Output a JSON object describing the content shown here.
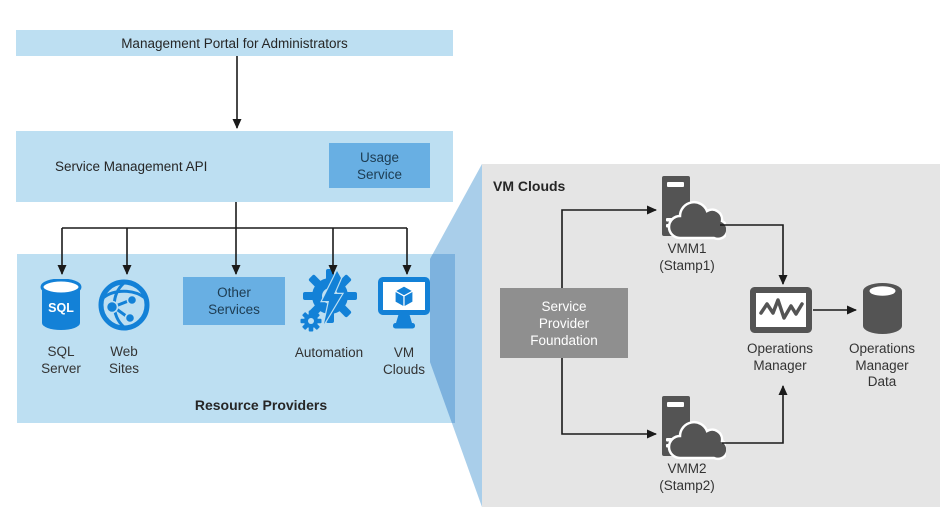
{
  "palette": {
    "light_blue": "#BDDFF2",
    "mid_blue": "#68AFE3",
    "icon_blue": "#1381D7",
    "panel_gray": "#E5E5E5",
    "foundation_gray": "#8F8F8F",
    "dark_icon_gray": "#545454",
    "connector_black": "#1A1A1A",
    "wedge_blue": "#A9CEEA",
    "wedge_overlap_blue": "#7DB2DE"
  },
  "left_diagram": {
    "portal_bar": {
      "label": "Management Portal for Administrators"
    },
    "api_bar": {
      "label": "Service Management API"
    },
    "usage_service": {
      "lines": [
        "Usage",
        "Service"
      ]
    },
    "resource_providers": {
      "title": "Resource Providers",
      "sql_server": {
        "icon": "sql-database-icon",
        "badge": "SQL",
        "label_lines": [
          "SQL",
          "Server"
        ]
      },
      "web_sites": {
        "icon": "globe-network-icon",
        "label_lines": [
          "Web",
          "Sites"
        ]
      },
      "other_services": {
        "lines": [
          "Other",
          "Services"
        ]
      },
      "automation": {
        "icon": "gears-lightning-icon",
        "label": "Automation"
      },
      "vm_clouds": {
        "icon": "monitor-cube-icon",
        "label_lines": [
          "VM",
          "Clouds"
        ]
      }
    }
  },
  "vm_clouds_panel": {
    "title": "VM Clouds",
    "service_provider_foundation": {
      "lines": [
        "Service",
        "Provider",
        "Foundation"
      ]
    },
    "vmm1": {
      "icon": "server-cloud-icon",
      "lines": [
        "VMM1",
        "(Stamp1)"
      ]
    },
    "vmm2": {
      "icon": "server-cloud-icon",
      "lines": [
        "VMM2",
        "(Stamp2)"
      ]
    },
    "operations_manager": {
      "icon": "monitor-graph-icon",
      "lines": [
        "Operations",
        "Manager"
      ]
    },
    "operations_manager_data": {
      "icon": "database-icon",
      "lines": [
        "Operations",
        "Manager",
        "Data"
      ]
    }
  }
}
